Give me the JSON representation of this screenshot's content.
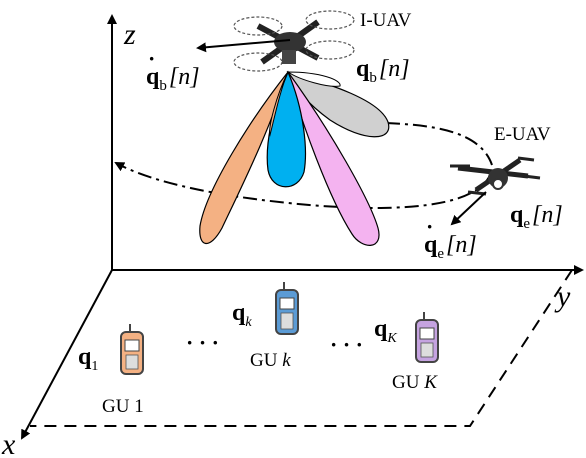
{
  "axes": {
    "x": "x",
    "y": "y",
    "z": "z"
  },
  "iuav": {
    "name": "I-UAV",
    "position_sym": "q",
    "position_sub": "b",
    "velocity_sub": "b",
    "index": "[n]"
  },
  "euav": {
    "name": "E-UAV",
    "position_sym": "q",
    "position_sub": "e",
    "velocity_sub": "e",
    "index": "[n]"
  },
  "ground_users": [
    {
      "sym": "q",
      "sub": "1",
      "label_prefix": "GU",
      "label_index": "1"
    },
    {
      "sym": "q",
      "sub": "k",
      "label_prefix": "GU",
      "label_index": "k"
    },
    {
      "sym": "q",
      "sub": "K",
      "label_prefix": "GU",
      "label_index": "K"
    }
  ],
  "ellipsis": "· · ·",
  "colors": {
    "beam_orange": "#f4b183",
    "beam_blue": "#00b0f0",
    "beam_pink": "#f4b3f0",
    "beam_gray": "#d0d0d0",
    "phone_orange": "#f4b183",
    "phone_blue": "#5b9bd5",
    "phone_purple": "#c5a3e0"
  }
}
